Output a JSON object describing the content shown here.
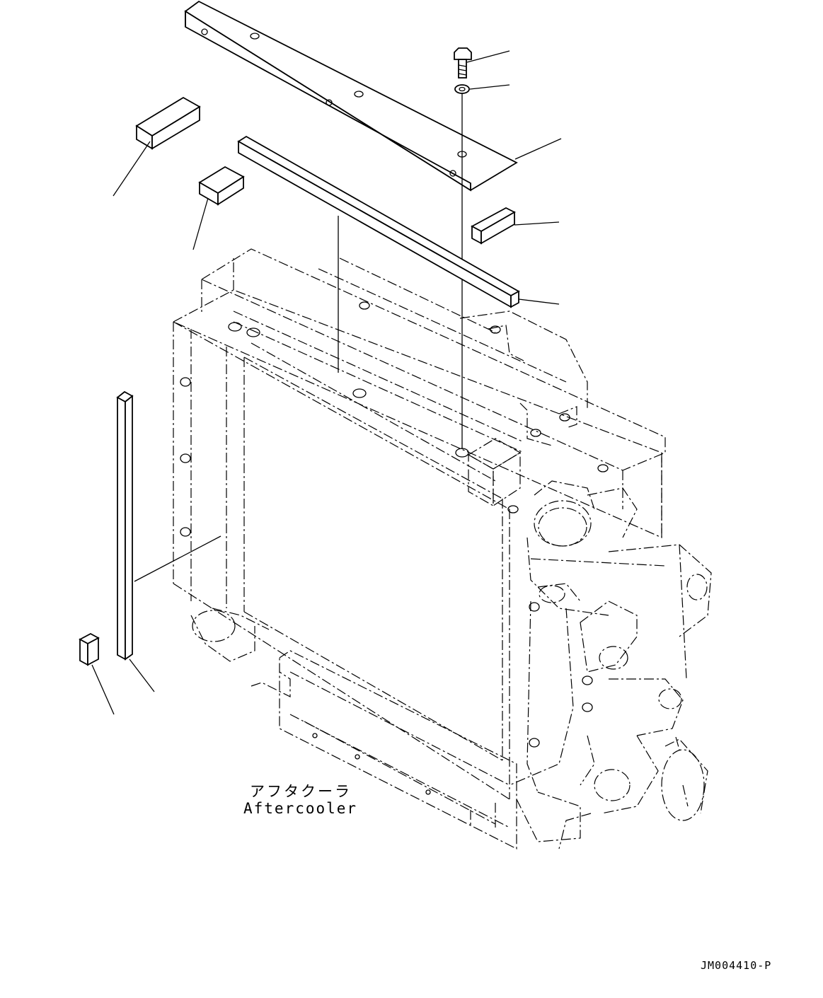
{
  "labels": {
    "part_name_ja": "アフタクーラ",
    "part_name_en": "Aftercooler"
  },
  "drawing_code": "JM004410-P",
  "colors": {
    "line": "#000000",
    "background": "#ffffff"
  }
}
